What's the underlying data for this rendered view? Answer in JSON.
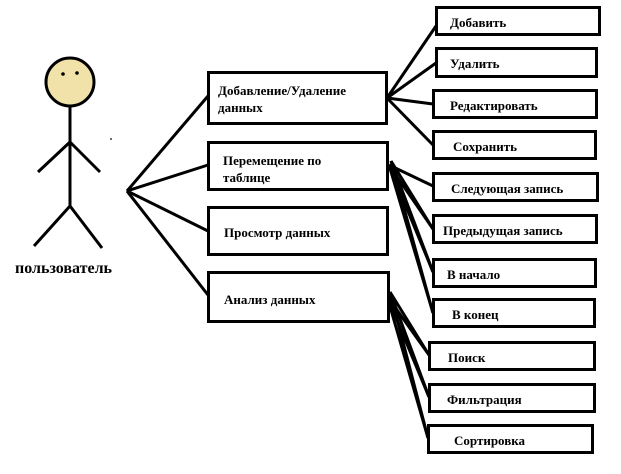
{
  "actor": {
    "label": "пользователь"
  },
  "categories": [
    {
      "id": "add-remove",
      "label": "Добавление/Удаление данных"
    },
    {
      "id": "navigate",
      "label": "Перемещение по таблице"
    },
    {
      "id": "view",
      "label": "Просмотр данных"
    },
    {
      "id": "analyze",
      "label": "Анализ данных"
    }
  ],
  "actions": [
    {
      "id": "add",
      "label": "Добавить"
    },
    {
      "id": "delete",
      "label": "Удалить"
    },
    {
      "id": "edit",
      "label": "Редактировать"
    },
    {
      "id": "save",
      "label": "Сохранить"
    },
    {
      "id": "next",
      "label": "Следующая запись"
    },
    {
      "id": "prev",
      "label": "Предыдущая запись"
    },
    {
      "id": "start",
      "label": "В начало"
    },
    {
      "id": "end",
      "label": "В конец"
    },
    {
      "id": "search",
      "label": "Поиск"
    },
    {
      "id": "filter",
      "label": "Фильтрация"
    },
    {
      "id": "sort",
      "label": "Сортировка"
    }
  ],
  "colors": {
    "stroke": "#000000",
    "head_fill": "#f0e2a8",
    "background": "#ffffff"
  }
}
